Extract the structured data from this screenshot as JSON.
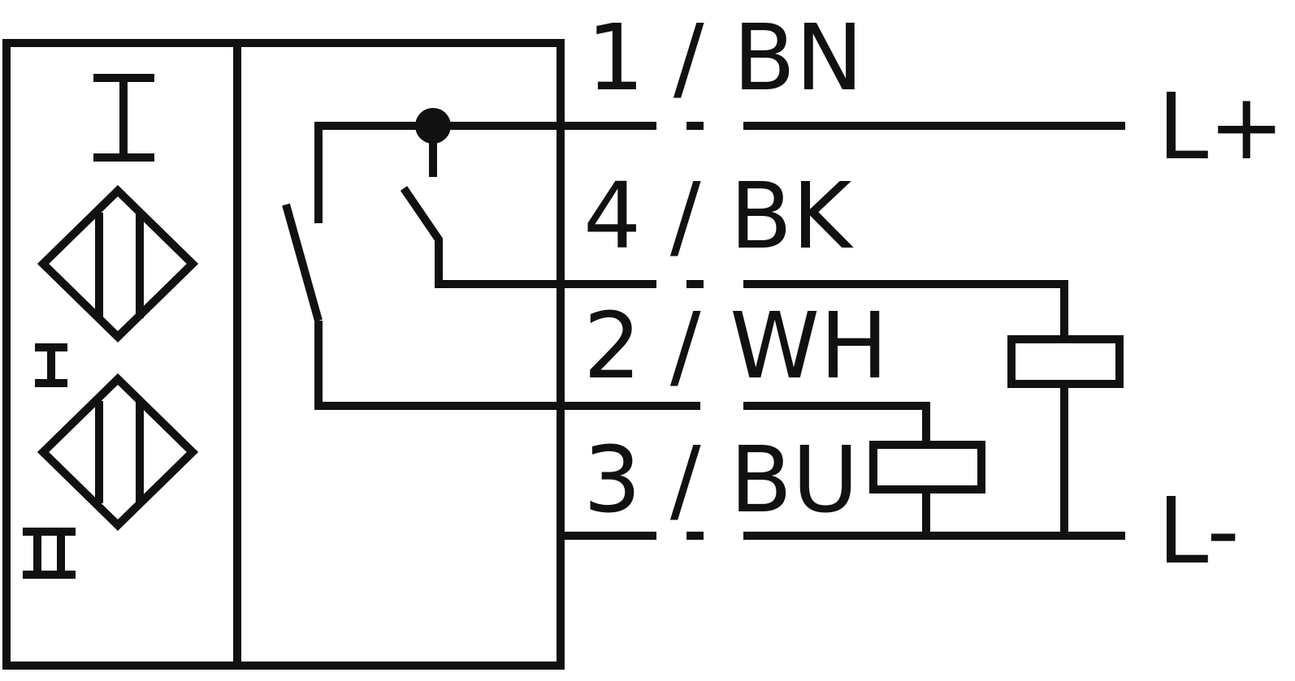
{
  "diagram": {
    "wires": [
      {
        "pin": "1 / BN",
        "terminal": "L+"
      },
      {
        "pin": "4 / BK",
        "terminal": ""
      },
      {
        "pin": "2 / WH",
        "terminal": ""
      },
      {
        "pin": "3 / BU",
        "terminal": "L-"
      }
    ],
    "terminals": {
      "positive": "L+",
      "negative": "L-"
    },
    "sensor_marks": {
      "top": "I",
      "middle": "I",
      "bottom": "II"
    },
    "line_color": "#111111"
  }
}
